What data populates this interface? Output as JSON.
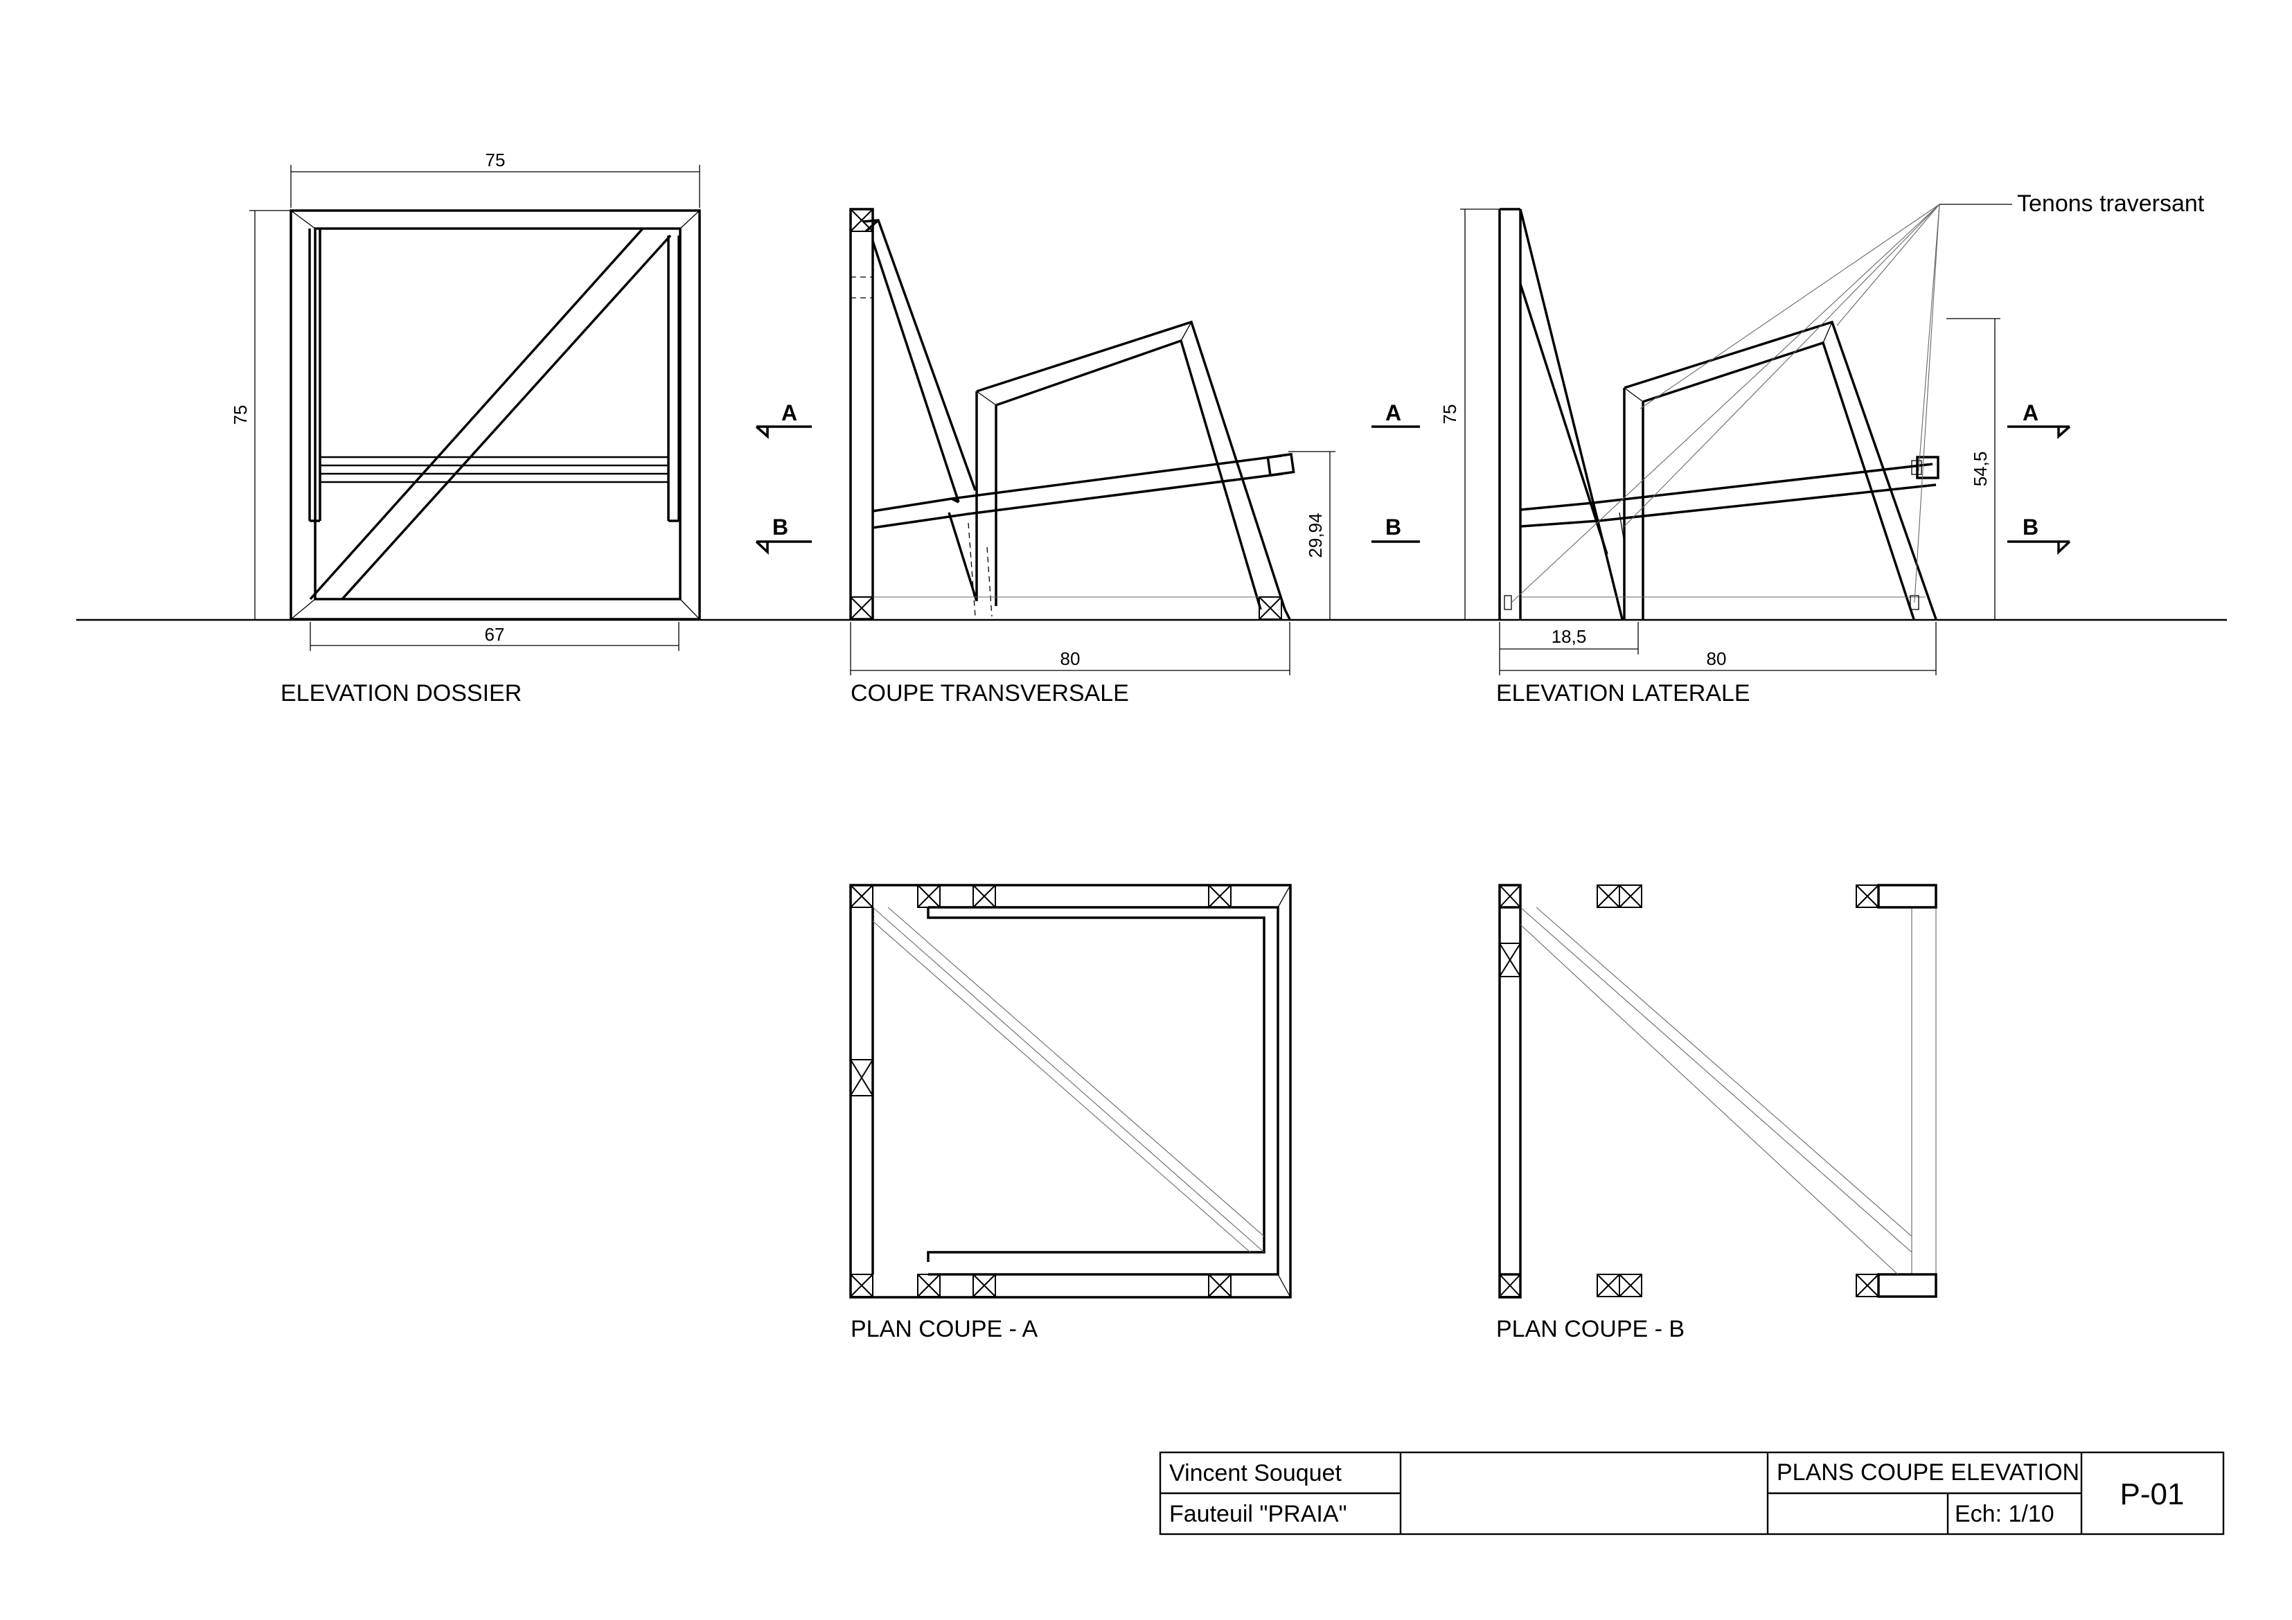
{
  "views": {
    "elevation_dossier": "ELEVATION DOSSIER",
    "coupe_transversale": "COUPE TRANSVERSALE",
    "elevation_laterale": "ELEVATION LATERALE",
    "plan_coupe_a": "PLAN COUPE - A",
    "plan_coupe_b": "PLAN COUPE - B"
  },
  "dimensions": {
    "dossier_width_top": "75",
    "dossier_height": "75",
    "dossier_width_bottom": "67",
    "coupe_depth": "80",
    "coupe_seat_height": "29,94",
    "laterale_height": "75",
    "laterale_offset": "18,5",
    "laterale_depth": "80",
    "laterale_arm_height": "54,5"
  },
  "section_markers": {
    "a": "A",
    "b": "B"
  },
  "annotation": "Tenons traversant",
  "title_block": {
    "author": "Vincent Souquet",
    "project": "Fauteuil \"PRAIA\"",
    "sheet_title": "PLANS COUPE ELEVATION",
    "scale": "Ech: 1/10",
    "sheet_code": "P-01"
  }
}
